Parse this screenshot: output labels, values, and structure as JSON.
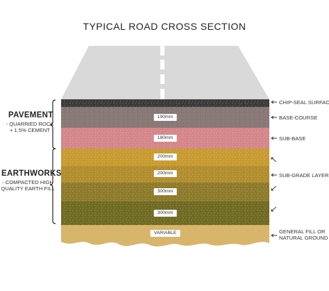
{
  "title": "TYPICAL ROAD CROSS SECTION",
  "colors": {
    "road_surface": "#d9d9d9",
    "centre_line": "#ffffff",
    "chip_seal": "#3a3a3a",
    "base_course": "#8b7c7a",
    "sub_base": "#d4868a",
    "subgrade_1": "#c89a2f",
    "subgrade_2": "#b28d2c",
    "subgrade_3": "#8d7a2a",
    "subgrade_4": "#6f6a22",
    "general_fill": "#d7b56a"
  },
  "groups": {
    "pavement": {
      "title": "PAVEMENT",
      "sub": [
        "- QUARRIED ROCK",
        "+ 1.5% CEMENT"
      ]
    },
    "earthworks": {
      "title": "EARTHWORKS",
      "sub": [
        "- COMPACTED HIGH",
        "QUALITY EARTH FILL"
      ]
    }
  },
  "layer_tags": {
    "base_course": "190mm",
    "sub_base": "180mm",
    "subgrade_1": "200mm",
    "subgrade_2": "200mm",
    "subgrade_3": "300mm",
    "subgrade_4": "300mm",
    "general_fill": "VARIABLE"
  },
  "labels": {
    "chip_seal": "CHIP-SEAL SURFACE",
    "base_course": "BASE-COURSE",
    "sub_base": "SUB-BASE",
    "sub_grade": "SUB-GRADE LAYERS",
    "general_fill": [
      "GENERAL FILL OR",
      "NATURAL GROUND"
    ]
  }
}
